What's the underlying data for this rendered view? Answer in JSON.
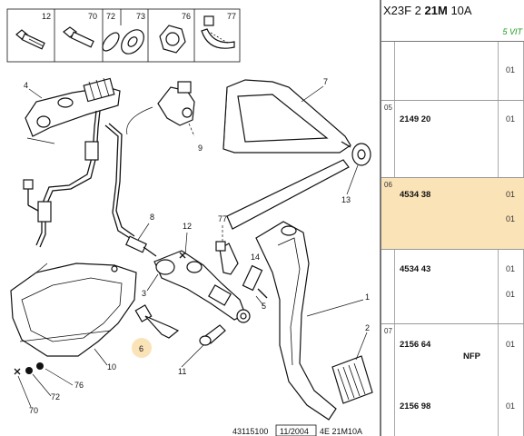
{
  "diagram": {
    "callouts": {
      "c12": "12",
      "c70": "70",
      "c72": "72",
      "c73": "73",
      "c76": "76",
      "c77": "77",
      "c4": "4",
      "c9": "9",
      "c7": "7",
      "c13": "13",
      "c8": "8",
      "c12b": "12",
      "c77b": "77",
      "c14": "14",
      "c3": "3",
      "c5": "5",
      "c1": "1",
      "c2": "2",
      "c6": "6",
      "c10": "10",
      "c11": "11",
      "c76b": "76",
      "c72b": "72",
      "c70b": "70"
    },
    "footer": {
      "code": "43115100",
      "date": "11/2004",
      "ref": "4E 21M10A"
    },
    "highlight_color": "#fbe3b8"
  },
  "panel": {
    "header": {
      "prefix": "X23F 2 ",
      "bold": "21M",
      "suffix": " 10A",
      "variant": "5 VIT"
    },
    "rows": [
      {
        "group": "",
        "ref": "",
        "flag": "",
        "q1": "01",
        "q2": ""
      },
      {
        "group": "05",
        "ref": "2149 20",
        "flag": "",
        "q1": "01",
        "q2": ""
      },
      {
        "group": "06",
        "ref": "4534 38",
        "flag": "",
        "q1": "01",
        "q2": "01"
      },
      {
        "group": "",
        "ref": "4534 43",
        "flag": "",
        "q1": "01",
        "q2": "01"
      },
      {
        "group": "07",
        "ref": "2156 64",
        "flag": "NFP",
        "q1": "01",
        "q2": ""
      },
      {
        "group": "",
        "ref": "2156 98",
        "flag": "",
        "q1": "01",
        "q2": ""
      }
    ]
  }
}
